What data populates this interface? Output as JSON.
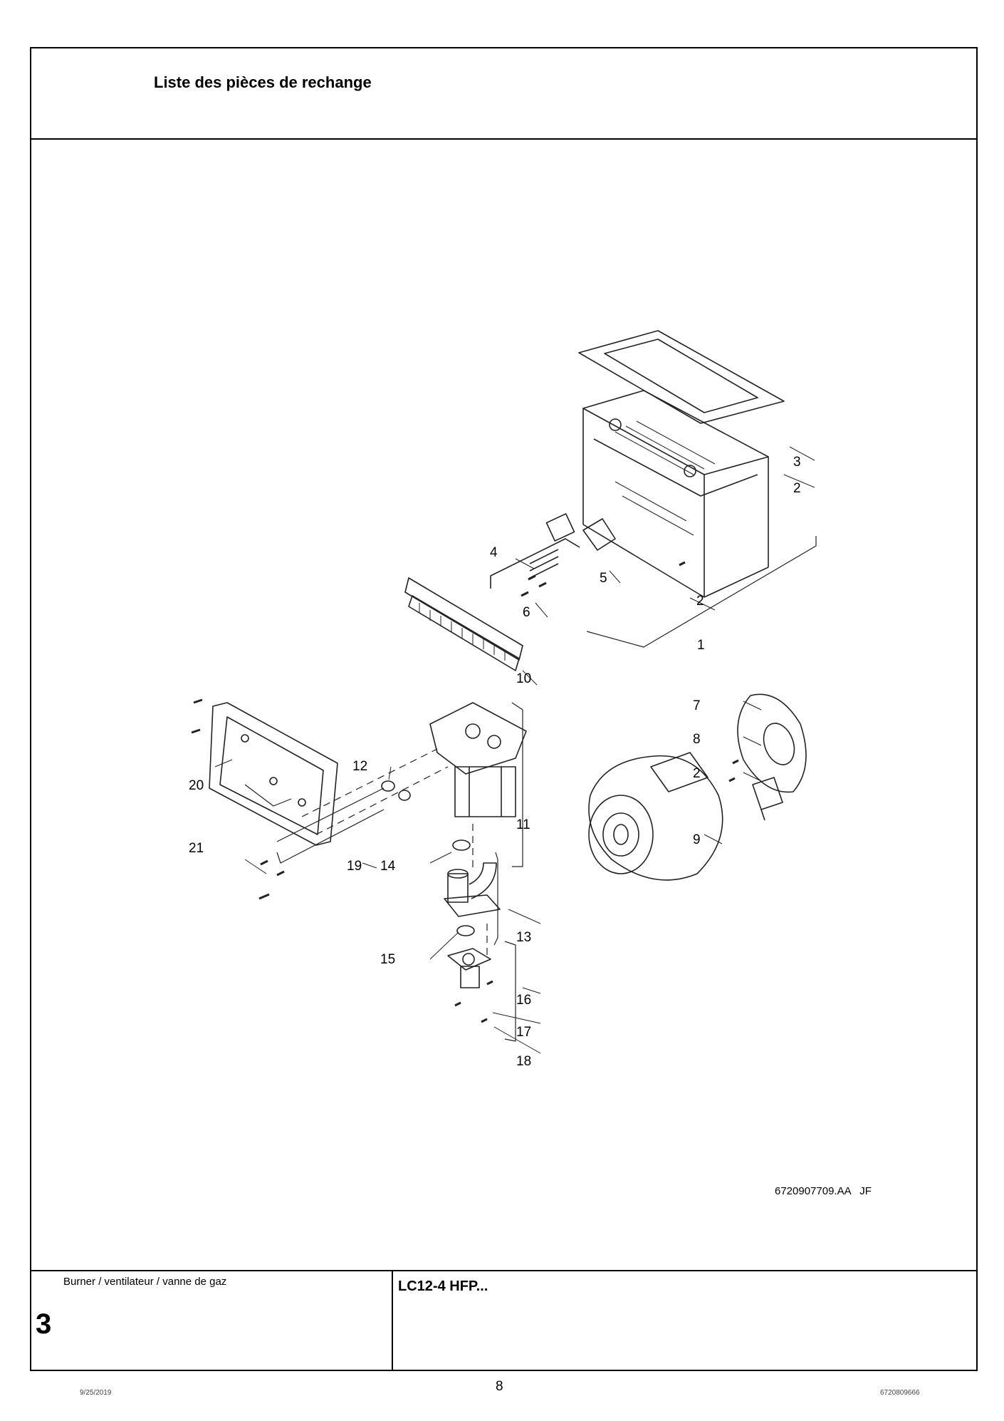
{
  "header": {
    "title": "Liste des pièces de rechange"
  },
  "callouts": [
    {
      "id": "c3",
      "text": "3"
    },
    {
      "id": "c2a",
      "text": "2"
    },
    {
      "id": "c4",
      "text": "4"
    },
    {
      "id": "c5",
      "text": "5"
    },
    {
      "id": "c2b",
      "text": "2"
    },
    {
      "id": "c6",
      "text": "6"
    },
    {
      "id": "c1",
      "text": "1"
    },
    {
      "id": "c10",
      "text": "10"
    },
    {
      "id": "c7",
      "text": "7"
    },
    {
      "id": "c8",
      "text": "8"
    },
    {
      "id": "c2c",
      "text": "2"
    },
    {
      "id": "c12",
      "text": "12"
    },
    {
      "id": "c20",
      "text": "20"
    },
    {
      "id": "c11",
      "text": "11"
    },
    {
      "id": "c9",
      "text": "9"
    },
    {
      "id": "c21",
      "text": "21"
    },
    {
      "id": "c19",
      "text": "19"
    },
    {
      "id": "c14",
      "text": "14"
    },
    {
      "id": "c13",
      "text": "13"
    },
    {
      "id": "c15",
      "text": "15"
    },
    {
      "id": "c16",
      "text": "16"
    },
    {
      "id": "c17",
      "text": "17"
    },
    {
      "id": "c18",
      "text": "18"
    }
  ],
  "drawing_ref": "6720907709.AA   JF",
  "footer": {
    "subtitle": "Burner / ventilateur / vanne de gaz",
    "section_number": "3",
    "model": "LC12-4 HFP..."
  },
  "page": {
    "date": "9/25/2019",
    "number": "8",
    "doc_code": "6720809666"
  }
}
